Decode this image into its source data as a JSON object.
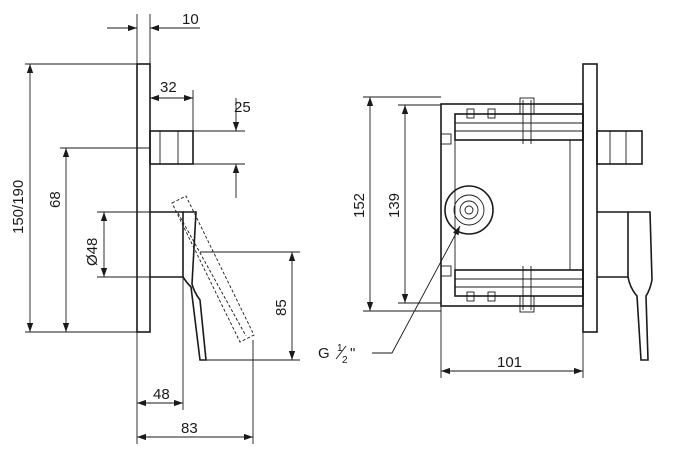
{
  "dimensions": {
    "d10": "10",
    "d32": "32",
    "d25": "25",
    "d68": "68",
    "d150_190": "150/190",
    "d48_dia": "Ø48",
    "d85": "85",
    "d48_bottom": "48",
    "d83": "83",
    "d152": "152",
    "d139": "139",
    "d101": "101"
  },
  "labels": {
    "thread_prefix": "G",
    "thread_num": "1",
    "thread_den": "2",
    "thread_suffix": "\""
  }
}
